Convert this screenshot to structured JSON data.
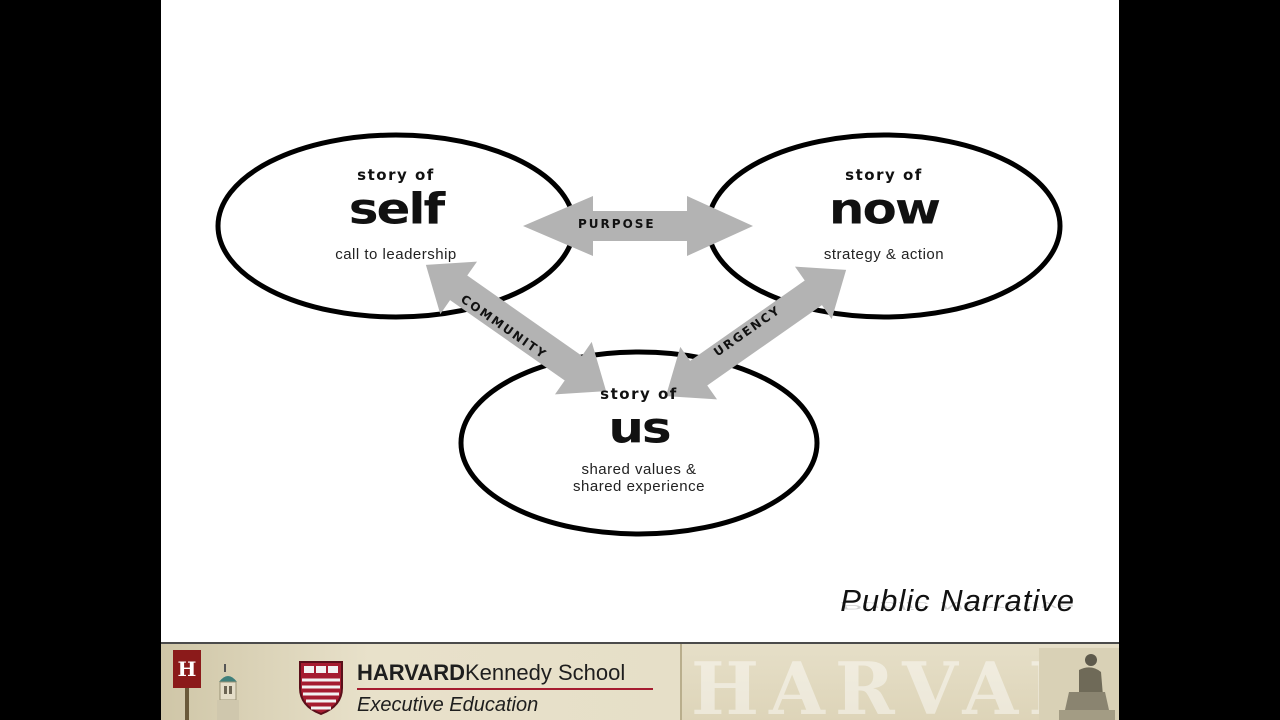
{
  "nodes": {
    "self": {
      "prefix": "story of",
      "word": "self",
      "caption": "call to leadership"
    },
    "now": {
      "prefix": "story of",
      "word": "now",
      "caption": "strategy & action"
    },
    "us": {
      "prefix": "story of",
      "word": "us",
      "caption_line1": "shared values &",
      "caption_line2": "shared experience"
    }
  },
  "arrows": {
    "purpose": "PURPOSE",
    "community": "COMMUNITY",
    "urgency": "URGENCY"
  },
  "title": "Public Narrative",
  "footer": {
    "badge_letter": "H",
    "school_bold": "HARVARD",
    "school_rest": "Kennedy School",
    "program": "Executive Education",
    "watermark": "HARVARD"
  },
  "colors": {
    "arrow_fill": "#b3b3b3",
    "circle_stroke": "#000000",
    "harvard_crimson": "#a51c30"
  }
}
